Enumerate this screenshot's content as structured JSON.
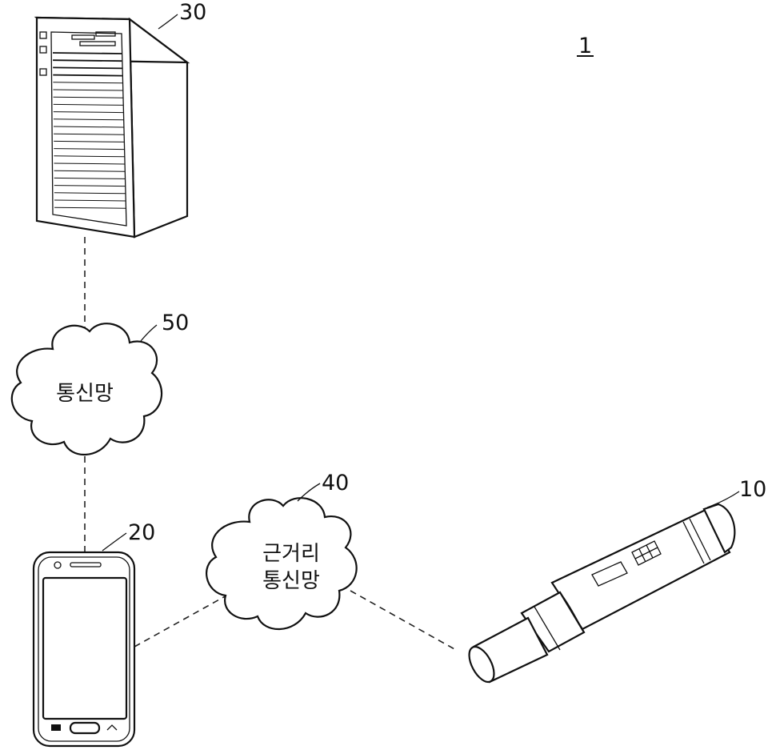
{
  "figure_number": "1",
  "server": {
    "ref": "30"
  },
  "network": {
    "ref": "50",
    "label": "통신망"
  },
  "phone": {
    "ref": "20"
  },
  "short_range_network": {
    "ref": "40",
    "line1": "근거리",
    "line2": "통신망"
  },
  "device": {
    "ref": "10"
  }
}
